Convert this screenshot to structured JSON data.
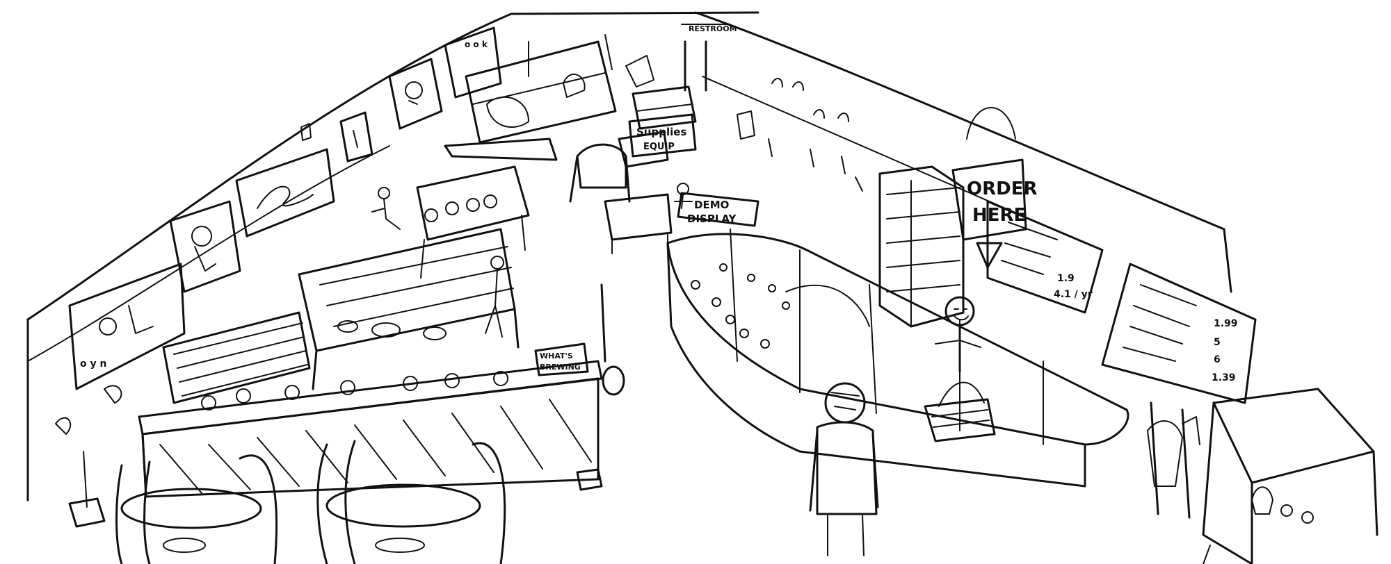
{
  "signs": {
    "order_here_line1": "ORDER",
    "order_here_line2": "HERE",
    "supplies_line1": "Supplies",
    "supplies_line2": "EQUIP",
    "demo_line1": "DEMO",
    "demo_line2": "DISPLAY",
    "whats_brewing_line1": "WHAT'S",
    "whats_brewing_line2": "BREWING",
    "top_post": "RESTROOM"
  },
  "price_boards": {
    "menu_prices": [
      "1.99",
      "5",
      "6",
      "1.39"
    ],
    "order_board_prices": [
      "1.9",
      "4.1 / yr"
    ]
  },
  "colors": {
    "ink": "#111111",
    "paper": "#ffffff"
  }
}
